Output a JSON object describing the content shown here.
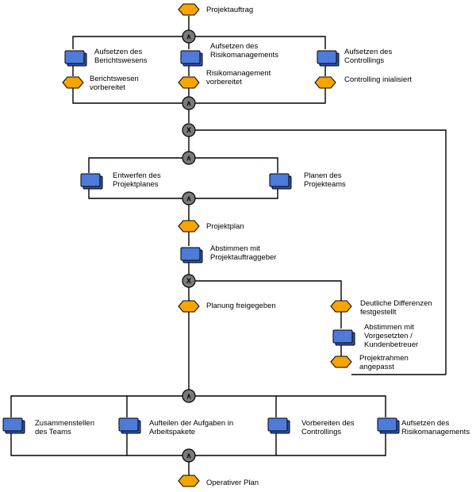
{
  "colors": {
    "event": "#f7a400",
    "function": "#4e7ad8",
    "function_shadow": "#2f56b0",
    "gateway": "#7a7a7a",
    "line": "#000000"
  },
  "gateway_symbols": {
    "and": "∧",
    "xor": "X"
  },
  "nodes": {
    "e_projektauftrag": [
      "Projektauftrag"
    ],
    "f_berichtswesen": [
      "Aufsetzen des",
      "Berichtswesens"
    ],
    "f_risiko1": [
      "Aufsetzen des",
      "Risikomanagements"
    ],
    "f_controlling1": [
      "Aufsetzen des",
      "Controllings"
    ],
    "e_berichtswesen": [
      "Berichtswesen",
      "vorbereitet"
    ],
    "e_risiko": [
      "Risikomanagement",
      "vorbereitet"
    ],
    "e_controlling": [
      "Controlling inialisiert"
    ],
    "f_projektplan": [
      "Entwerfen des",
      "Projektplanes"
    ],
    "f_projektteams": [
      "Planen des",
      "Projekteams"
    ],
    "e_projektplan": [
      "Projektplan"
    ],
    "f_abstimmen_pag": [
      "Abstimmen mit",
      "Projektauftraggeber"
    ],
    "e_freigegeben": [
      "Planung freigegeben"
    ],
    "e_differenzen": [
      "Deutliche Differenzen",
      "festgestellt"
    ],
    "f_abstimmen_vg": [
      "Abstimmen mit",
      "Vorgesetzten /",
      "Kundenbetreuer"
    ],
    "e_angepasst": [
      "Projektrahmen",
      "angepasst"
    ],
    "f_teams": [
      "Zusammenstellen",
      "des Teams"
    ],
    "f_aufgaben": [
      "Aufteilen der Aufgaben in",
      "Arbeitspakete"
    ],
    "f_controlling2": [
      "Vorbereiten des",
      "Controllings"
    ],
    "f_risiko2": [
      "Aufsetzen des",
      "Risikomanagements"
    ],
    "e_operativ": [
      "Operativer Plan"
    ]
  }
}
